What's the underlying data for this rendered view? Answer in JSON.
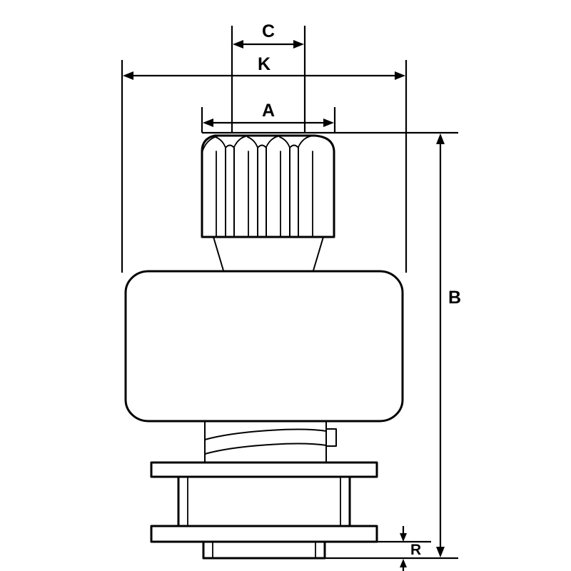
{
  "canvas": {
    "background": "#ffffff",
    "stroke_color": "#000000"
  },
  "dimensions": {
    "c": {
      "label": "C"
    },
    "k": {
      "label": "K"
    },
    "a": {
      "label": "A"
    },
    "b": {
      "label": "B"
    },
    "r": {
      "label": "R"
    }
  }
}
